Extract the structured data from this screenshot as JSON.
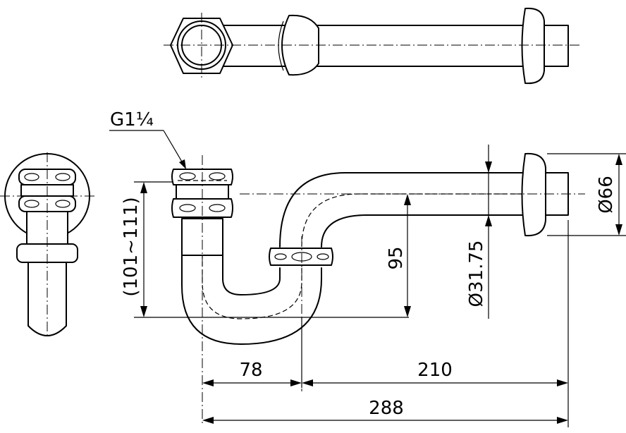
{
  "labels": {
    "thread": "G1¼",
    "dim_78": "78",
    "dim_210": "210",
    "dim_288": "288",
    "dim_95": "95",
    "dim_height": "(101~111)",
    "dim_pipe_dia": "Ø31.75",
    "dim_flange_dia": "Ø66"
  }
}
